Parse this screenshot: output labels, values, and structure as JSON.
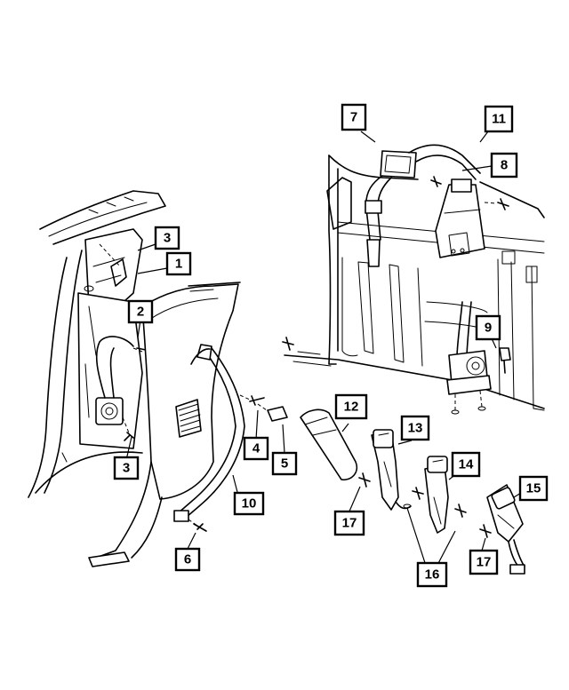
{
  "callouts": [
    {
      "id": "c1",
      "label": "1"
    },
    {
      "id": "c2",
      "label": "2"
    },
    {
      "id": "c3a",
      "label": "3"
    },
    {
      "id": "c3b",
      "label": "3"
    },
    {
      "id": "c4",
      "label": "4"
    },
    {
      "id": "c5",
      "label": "5"
    },
    {
      "id": "c6",
      "label": "6"
    },
    {
      "id": "c7",
      "label": "7"
    },
    {
      "id": "c8",
      "label": "8"
    },
    {
      "id": "c9",
      "label": "9"
    },
    {
      "id": "c10",
      "label": "10"
    },
    {
      "id": "c11",
      "label": "11"
    },
    {
      "id": "c12",
      "label": "12"
    },
    {
      "id": "c13",
      "label": "13"
    },
    {
      "id": "c14",
      "label": "14"
    },
    {
      "id": "c15",
      "label": "15"
    },
    {
      "id": "c16",
      "label": "16"
    },
    {
      "id": "c17a",
      "label": "17"
    },
    {
      "id": "c17b",
      "label": "17"
    }
  ]
}
